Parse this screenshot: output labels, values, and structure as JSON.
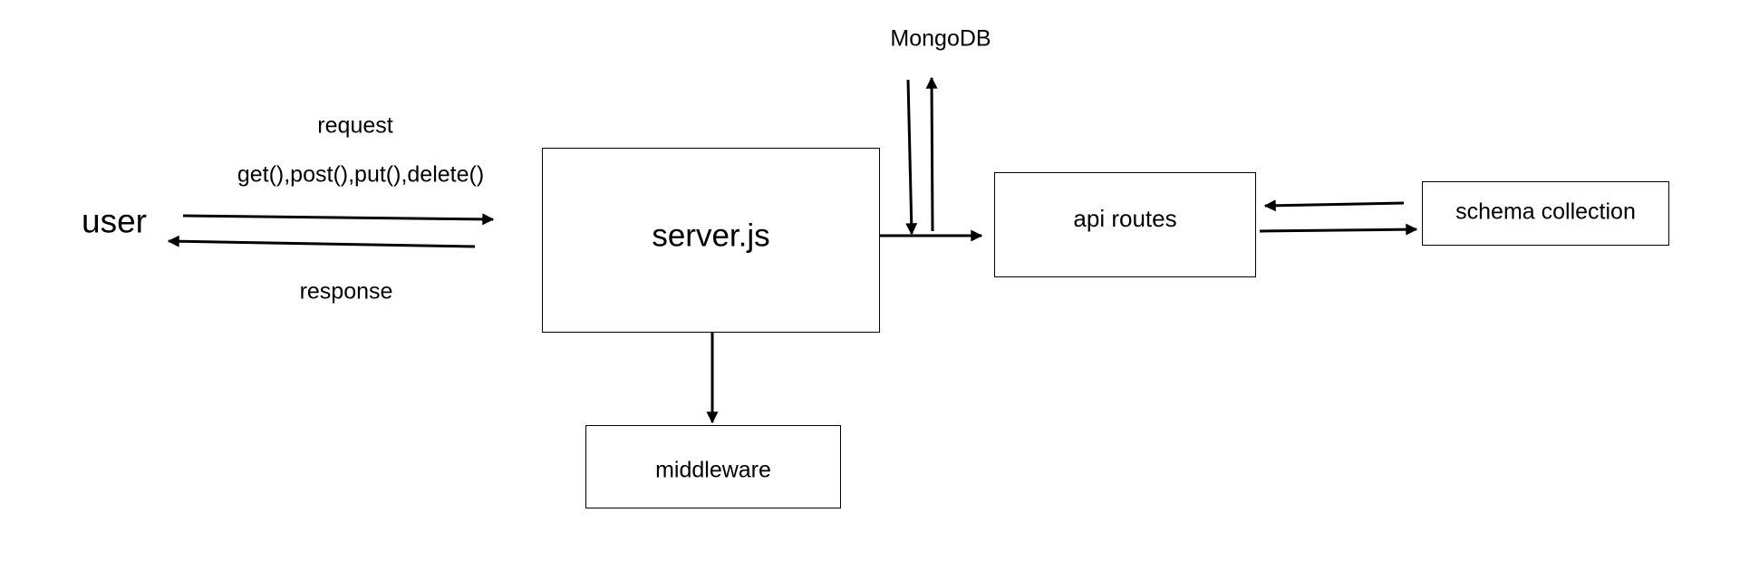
{
  "nodes": {
    "user": "user",
    "server": "server.js",
    "middleware": "middleware",
    "api_routes": "api routes",
    "schema_collection": "schema collection",
    "mongodb": "MongoDB"
  },
  "edge_labels": {
    "request": "request",
    "methods": "get(),post(),put(),delete()",
    "response": "response"
  },
  "colors": {
    "stroke": "#000000",
    "background": "#ffffff"
  }
}
